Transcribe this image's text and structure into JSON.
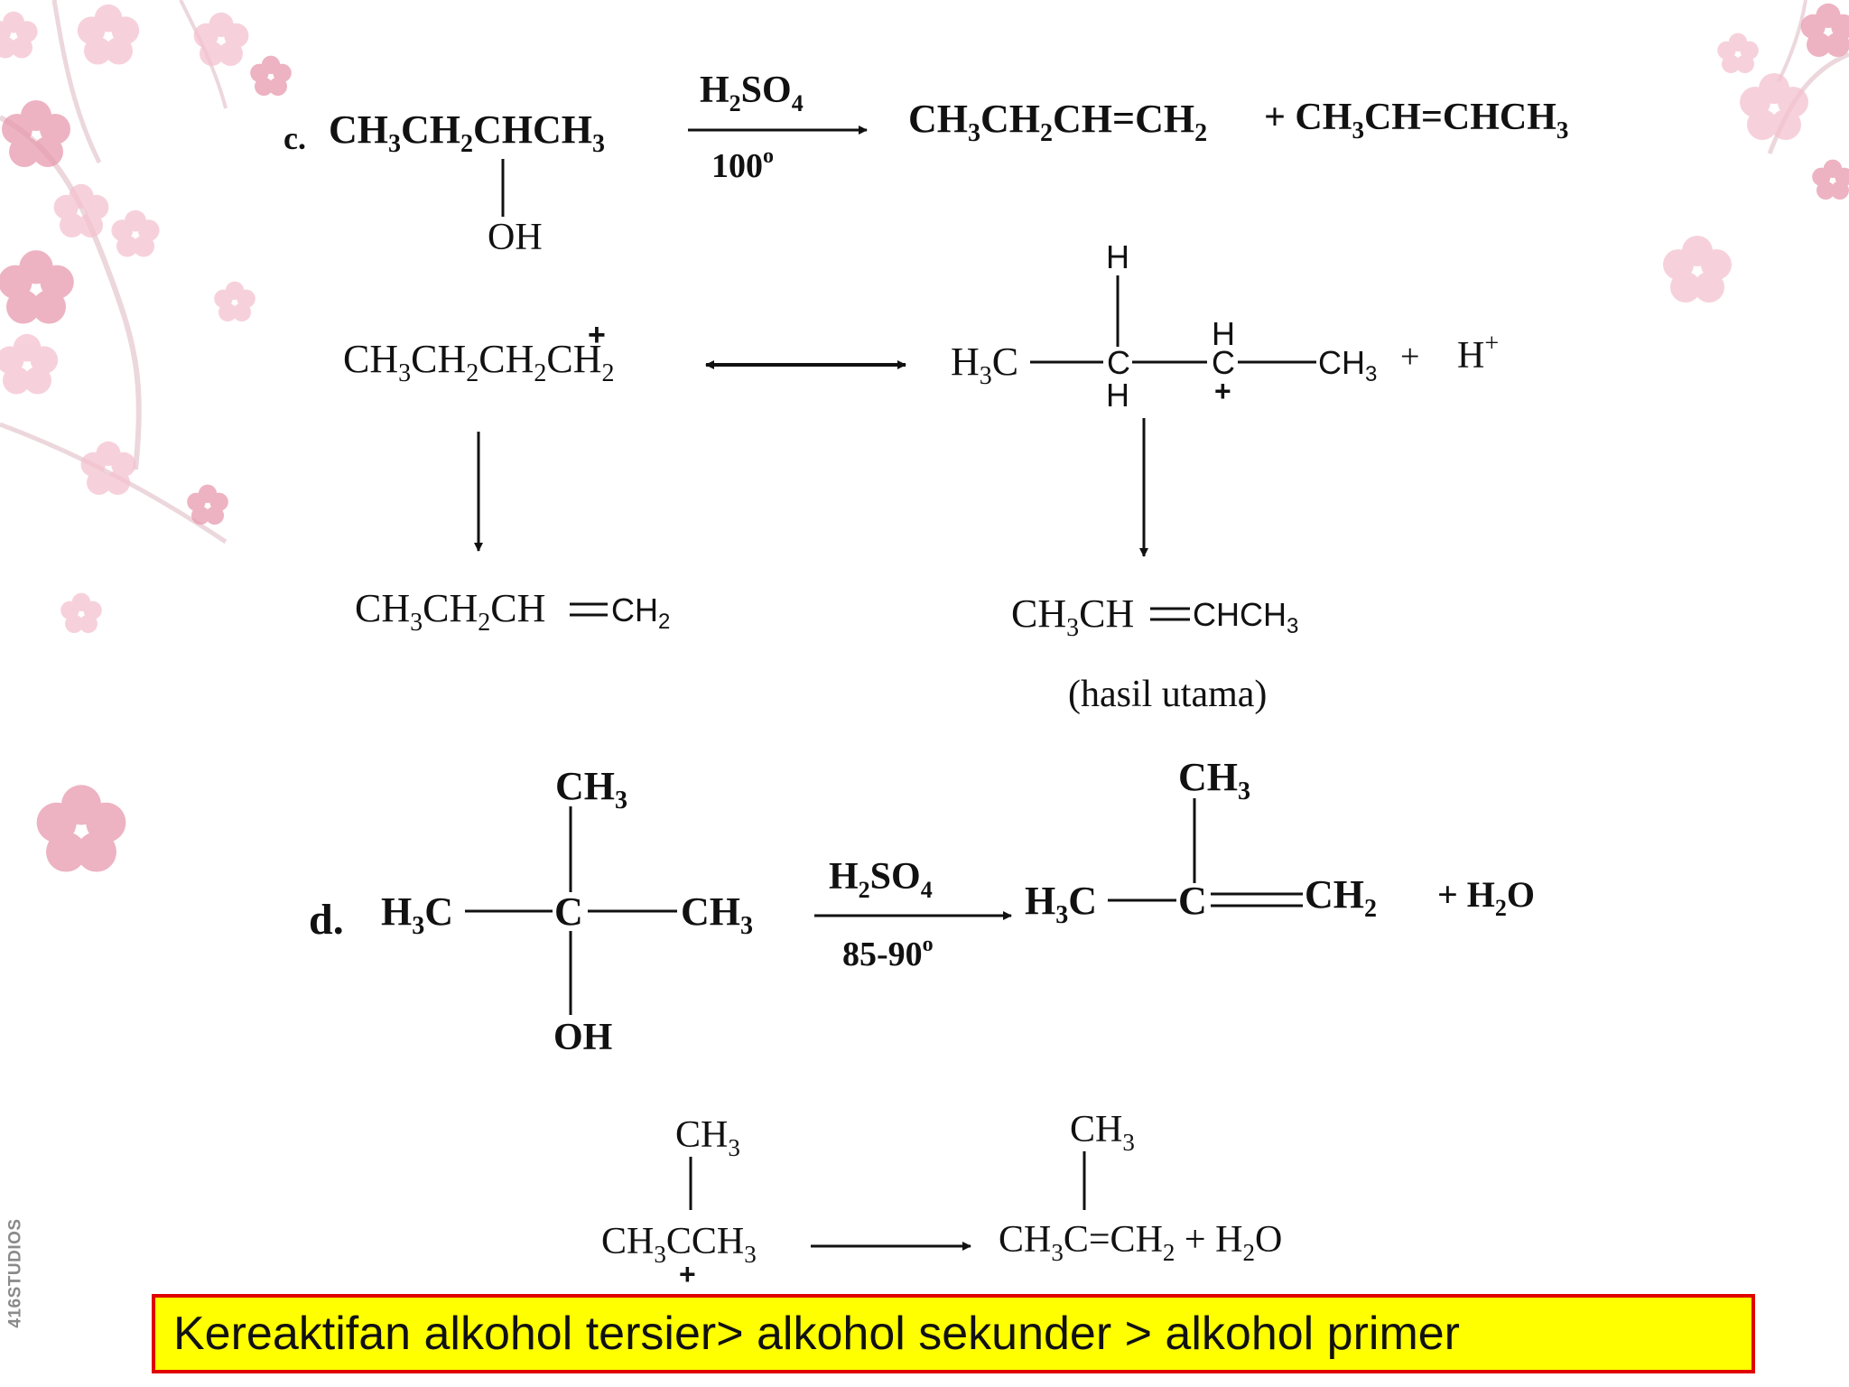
{
  "colors": {
    "blossom": "#f4c2cf",
    "blossom_dark": "#e79aae",
    "branch": "#ecd7dc",
    "box_fill": "#ffff00",
    "box_border": "#e00000",
    "ink": "#111111"
  },
  "decorations": [
    "cherry-blossom-left",
    "cherry-blossom-right"
  ],
  "watermark": "416STUDIOS",
  "reaction_c": {
    "label": "c.",
    "reactant": {
      "a": "CH",
      "a_sub": "3",
      "b": "CH",
      "b_sub": "2",
      "c": "CHCH",
      "c_sub": "3",
      "oh": "OH"
    },
    "reagent": {
      "top_a": "H",
      "top_sub1": "2",
      "top_b": "SO",
      "top_sub2": "4",
      "bottom": "100",
      "bottom_sup": "o"
    },
    "product1": {
      "a": "CH",
      "a_sub": "3",
      "b": "CH",
      "b_sub": "2",
      "c": "CH=CH",
      "c_sub": "2"
    },
    "product2": {
      "a": "+ CH",
      "a_sub": "3",
      "b": "CH=CHCH",
      "b_sub": "3"
    },
    "primary_carbocation": {
      "a": "CH",
      "a_sub": "3",
      "b": "CH",
      "b_sub": "2",
      "c": "CH",
      "c_sub": "2",
      "d": "CH",
      "d_sub": "2",
      "charge": "+"
    },
    "secondary_carbocation": {
      "h3c": "H",
      "h3c_sub": "3",
      "h3c_c": "C",
      "c1": "C",
      "c1_h_top": "H",
      "c1_h_bottom": "H",
      "c2": "C",
      "c2_h_top": "H",
      "c2_charge": "+",
      "ch3": "CH",
      "ch3_sub": "3",
      "plus": "+",
      "proton": "H",
      "proton_sup": "+"
    },
    "product_minor": {
      "a": "CH",
      "a_sub": "3",
      "b": "CH",
      "b_sub": "2",
      "c": "CH",
      "d": "CH",
      "d_sub": "2"
    },
    "product_major": {
      "a": "CH",
      "a_sub": "3",
      "b": "CH",
      "c": "CHCH",
      "c_sub": "3"
    },
    "major_note": "(hasil utama)"
  },
  "reaction_d": {
    "label": "d.",
    "reactant": {
      "top": "CH",
      "top_sub": "3",
      "left": "H",
      "left_sub": "3",
      "left_c": "C",
      "center": "C",
      "right": "CH",
      "right_sub": "3",
      "bottom": "OH"
    },
    "reagent": {
      "top_a": "H",
      "top_sub1": "2",
      "top_b": "SO",
      "top_sub2": "4",
      "bottom": "85-90",
      "bottom_sup": "o"
    },
    "product": {
      "top": "CH",
      "top_sub": "3",
      "left": "H",
      "left_sub": "3",
      "left_c": "C",
      "center": "C",
      "right": "CH",
      "right_sub": "2",
      "water_a": "+ H",
      "water_sub": "2",
      "water_b": "O"
    },
    "carbocation": {
      "top": "CH",
      "top_sub": "3",
      "main_a": "CH",
      "main_sub1": "3",
      "main_b": "CCH",
      "main_sub2": "3",
      "charge": "+"
    },
    "final_product": {
      "top": "CH",
      "top_sub": "3",
      "a": "CH",
      "a_sub": "3",
      "b": "C=CH",
      "b_sub": "2",
      "c": " + H",
      "c_sub": "2",
      "d": "O"
    }
  },
  "conclusion": "Kereaktifan alkohol tersier> alkohol sekunder > alkohol primer"
}
